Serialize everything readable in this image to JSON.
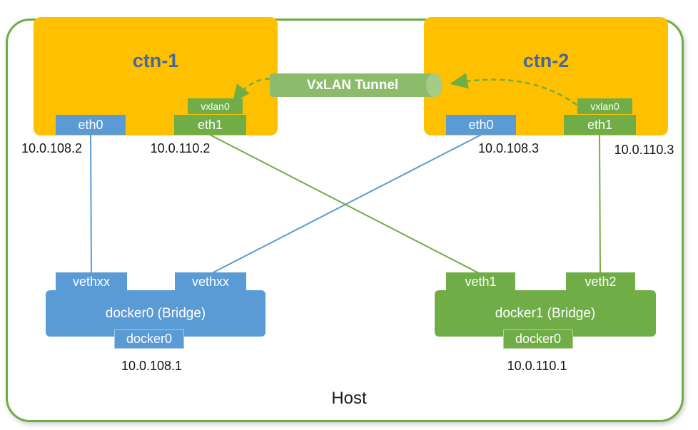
{
  "host": {
    "label": "Host"
  },
  "tunnel": {
    "label": "VxLAN Tunnel"
  },
  "containers": [
    {
      "name": "ctn-1",
      "interfaces": {
        "eth0": "eth0",
        "eth1": "eth1",
        "vxlan": "vxlan0"
      },
      "ips": {
        "eth0": "10.0.108.2",
        "eth1": "10.0.110.2"
      }
    },
    {
      "name": "ctn-2",
      "interfaces": {
        "eth0": "eth0",
        "eth1": "eth1",
        "vxlan": "vxlan0"
      },
      "ips": {
        "eth0": "10.0.108.3",
        "eth1": "10.0.110.3"
      }
    }
  ],
  "bridges": [
    {
      "label": "docker0 (Bridge)",
      "ports": [
        "vethxx",
        "vethxx"
      ],
      "device_label": "docker0",
      "ip": "10.0.108.1"
    },
    {
      "label": "docker1 (Bridge)",
      "ports": [
        "veth1",
        "veth2"
      ],
      "device_label": "docker0",
      "ip": "10.0.110.1"
    }
  ],
  "colors": {
    "container_fill": "#FFC000",
    "container_title": "#44689E",
    "blue_interface": "#5B9BD5",
    "green_interface": "#70AD47",
    "tunnel_fill": "#8CBB6B",
    "tunnel_cap": "#A6CB85",
    "host_border": "#6FAC46"
  }
}
